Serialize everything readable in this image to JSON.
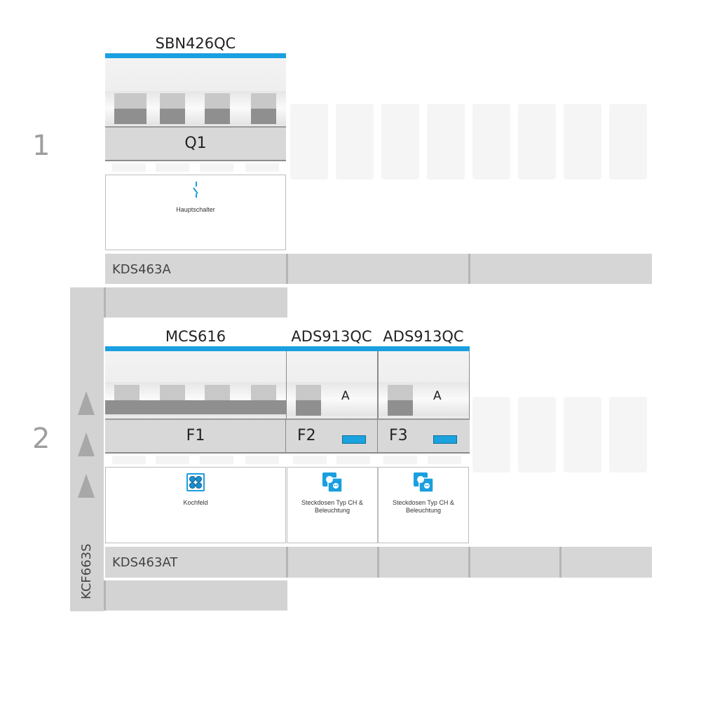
{
  "rows": [
    {
      "number": "1",
      "devices": [
        {
          "model": "SBN426QC",
          "label": "Q1",
          "caption": "Hauptschalter",
          "icon": "switch-icon"
        }
      ],
      "rail": "KDS463A"
    },
    {
      "number": "2",
      "devices": [
        {
          "model": "MCS616",
          "label": "F1",
          "caption": "Kochfeld",
          "icon": "cooktop-icon"
        },
        {
          "model": "ADS913QC",
          "label": "F2",
          "type": "A",
          "caption_line1": "Steckdosen Typ CH &",
          "caption_line2": "Beleuchtung",
          "icon": "socket-light-icon"
        },
        {
          "model": "ADS913QC",
          "label": "F3",
          "type": "A",
          "caption_line1": "Steckdosen Typ CH &",
          "caption_line2": "Beleuchtung",
          "icon": "socket-light-icon"
        }
      ],
      "rail": "KDS463AT"
    }
  ],
  "side_label": "KCF663S",
  "colors": {
    "accent": "#1a9fe0",
    "rail": "#d6d6d6",
    "label_box": "#d8d8d8"
  }
}
